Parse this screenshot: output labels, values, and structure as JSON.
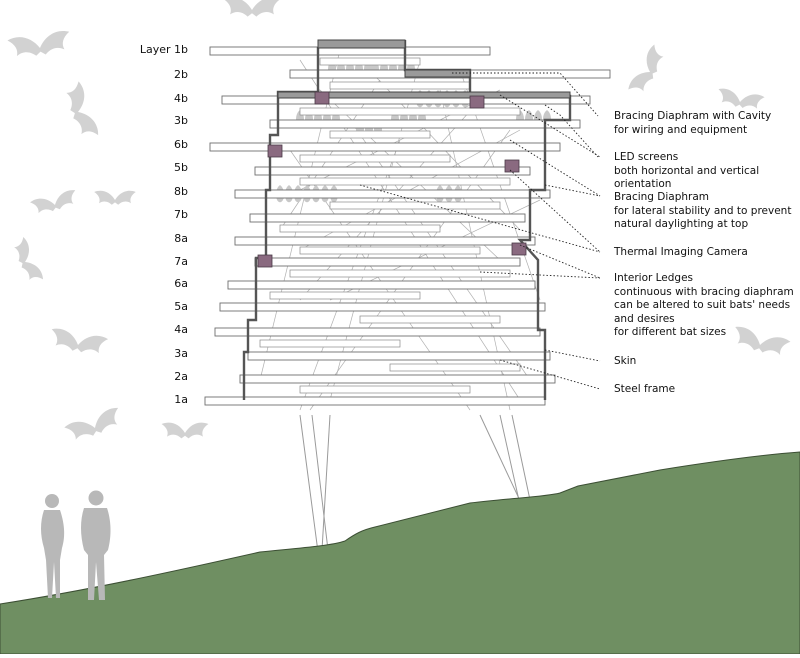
{
  "layer_labels": [
    "Layer 1b",
    "2b",
    "4b",
    "3b",
    "6b",
    "5b",
    "8b",
    "7b",
    "8a",
    "7a",
    "6a",
    "5a",
    "4a",
    "3a",
    "2a",
    "1a"
  ],
  "callouts": [
    {
      "title": "Bracing Diaphram with Cavity",
      "lines": [
        "for wiring and equipment"
      ]
    },
    {
      "title": "LED screens",
      "lines": [
        "both horizontal and vertical orientation"
      ]
    },
    {
      "title": "Bracing Diaphram",
      "lines": [
        "for lateral stability and to prevent natural daylighting at top"
      ]
    },
    {
      "title": "Thermal Imaging Camera",
      "lines": []
    },
    {
      "title": "Interior Ledges",
      "lines": [
        "continuous with bracing diaphram",
        "can be altered to suit bats' needs and desires",
        "for different bat sizes"
      ]
    },
    {
      "title": "Skin",
      "lines": []
    },
    {
      "title": "Steel frame",
      "lines": []
    }
  ],
  "colors": {
    "ground": "#6f8f62",
    "ground_edge": "#3c4f34",
    "silhouette": "#b8b8b8",
    "bat": "#d2d2d2",
    "structure": "#555555",
    "camera": "#8a6a80"
  },
  "icons": [
    "bat-icon",
    "person-icon",
    "thermal-camera-icon"
  ]
}
